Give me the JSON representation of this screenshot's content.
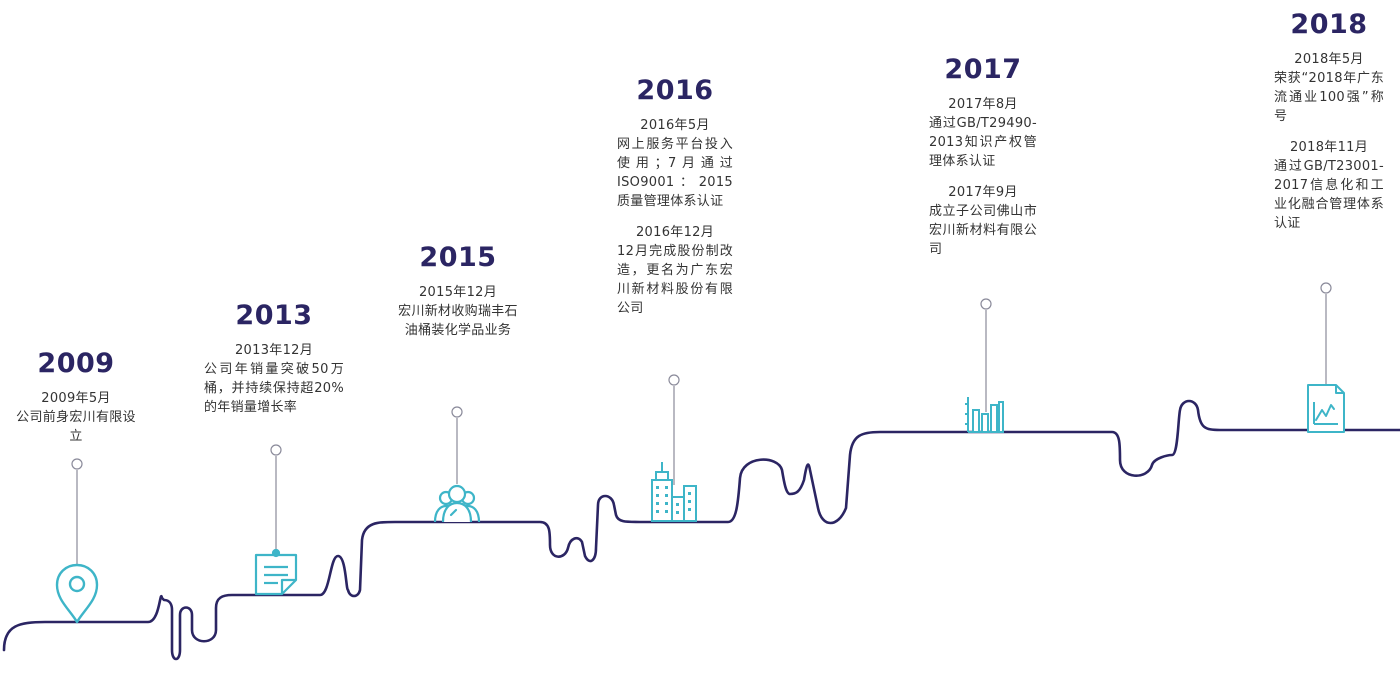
{
  "timeline": {
    "line_color": "#2b2563",
    "icon_color": "#3eb5c8",
    "year_color": "#2b2563",
    "milestones": [
      {
        "year": "2009",
        "icon": "location-pin-icon",
        "entries": [
          {
            "date": "2009年5月",
            "text": "公司前身宏川有限设立"
          }
        ]
      },
      {
        "year": "2013",
        "icon": "document-note-icon",
        "entries": [
          {
            "date": "2013年12月",
            "text": "公司年销量突破50万桶，并持续保持超20%的年销量增长率"
          }
        ]
      },
      {
        "year": "2015",
        "icon": "team-icon",
        "entries": [
          {
            "date": "2015年12月",
            "text": "宏川新材收购瑞丰石油桶装化学品业务"
          }
        ]
      },
      {
        "year": "2016",
        "icon": "city-buildings-icon",
        "entries": [
          {
            "date": "2016年5月",
            "text": "网上服务平台投入使用；7月通过ISO9001：2015质量管理体系认证"
          },
          {
            "date": "2016年12月",
            "text": "12月完成股份制改造，更名为广东宏川新材料股份有限公司"
          }
        ]
      },
      {
        "year": "2017",
        "icon": "bar-chart-icon",
        "entries": [
          {
            "date": "2017年8月",
            "text": "通过GB/T29490-2013知识产权管理体系认证"
          },
          {
            "date": "2017年9月",
            "text": "成立子公司佛山市宏川新材料有限公司"
          }
        ]
      },
      {
        "year": "2018",
        "icon": "report-chart-icon",
        "entries": [
          {
            "date": "2018年5月",
            "text": "荣获“2018年广东流通业100强”称号"
          },
          {
            "date": "2018年11月",
            "text": "通过GB/T23001-2017信息化和工业化融合管理体系认证"
          }
        ]
      }
    ]
  }
}
